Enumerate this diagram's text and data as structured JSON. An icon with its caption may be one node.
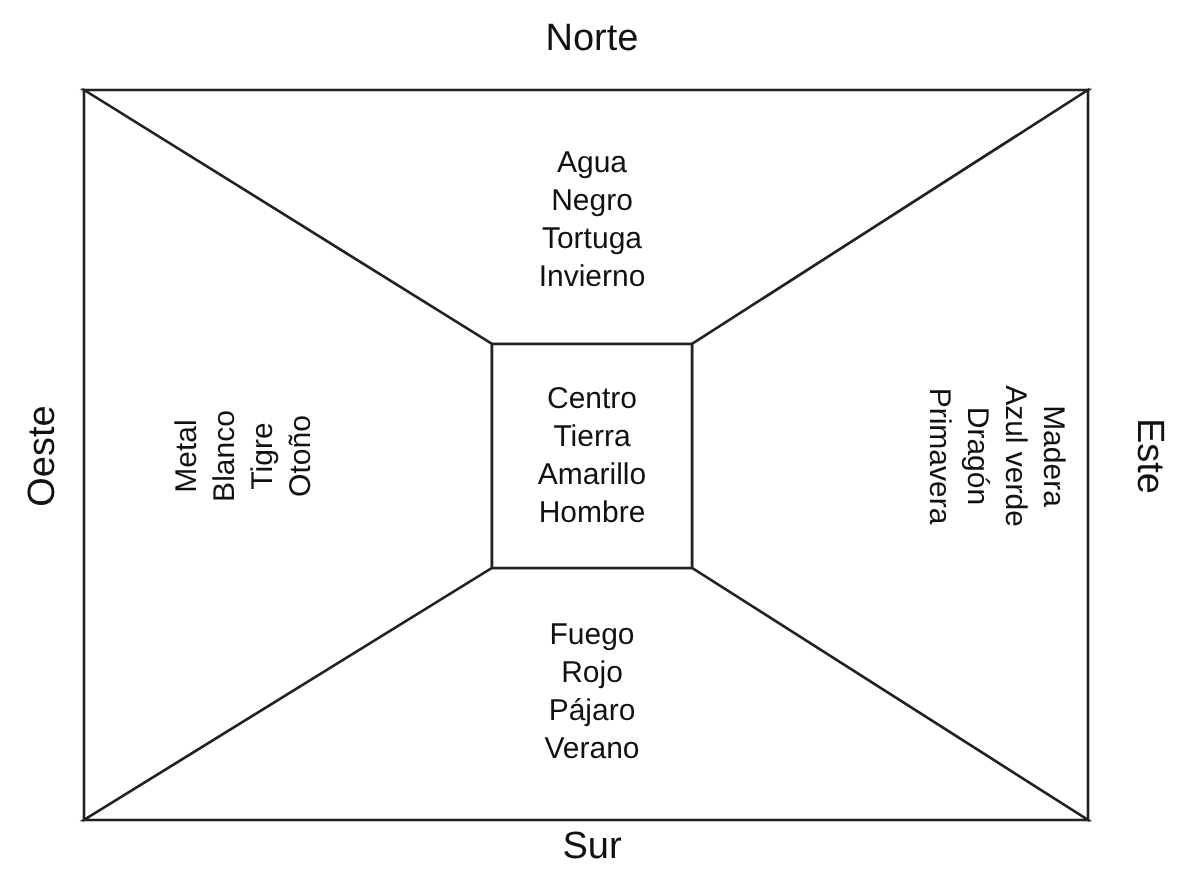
{
  "diagram": {
    "nodes": [
      {
        "text": [
          "Agua",
          "Negro",
          "Tortuga",
          "Invierno"
        ]
      },
      {
        "text": [
          "Metal",
          "Blanco",
          "Tigre",
          "Otoño"
        ]
      },
      {
        "text": [
          "Centro",
          "Tierra",
          "Amarillo",
          "Hombre"
        ]
      },
      {
        "text": [
          "Madera",
          "Azul verde",
          "Dragón",
          "Primavera"
        ]
      },
      {
        "text": [
          "Fuego",
          "Rojo",
          "Pájaro",
          "Verano"
        ]
      }
    ],
    "labels": [
      "Norte",
      "Oeste",
      "Este",
      "Sur"
    ]
  }
}
